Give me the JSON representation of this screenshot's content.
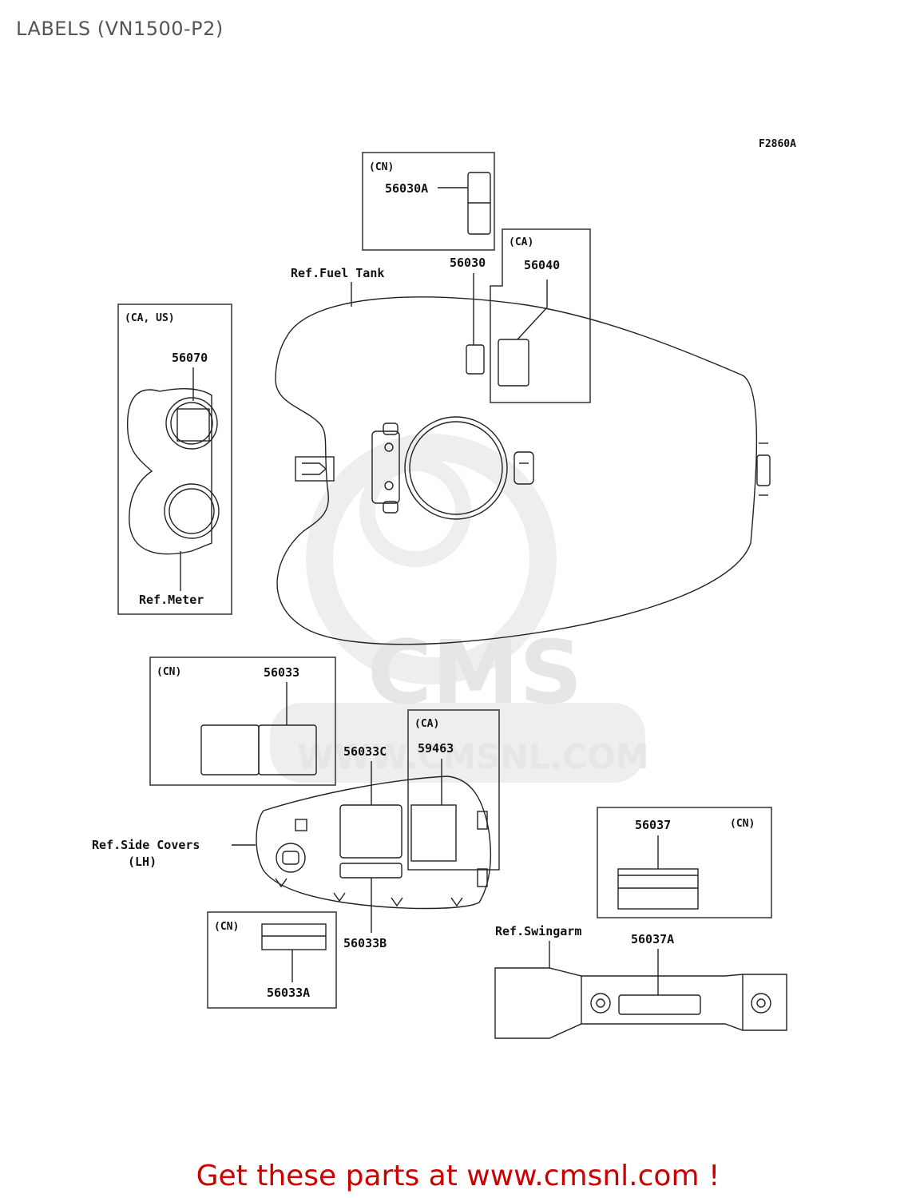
{
  "title": "LABELS (VN1500-P2)",
  "figure_code": "F2860A",
  "regions": {
    "cn": "(CN)",
    "ca": "(CA)",
    "ca_us": "(CA, US)"
  },
  "references": {
    "fuel_tank": "Ref.Fuel Tank",
    "meter": "Ref.Meter",
    "side_covers": "Ref.Side Covers",
    "side_covers_side": "(LH)",
    "swingarm": "Ref.Swingarm"
  },
  "parts": {
    "p56030A": "56030A",
    "p56030": "56030",
    "p56040": "56040",
    "p56070": "56070",
    "p56033": "56033",
    "p56033C": "56033C",
    "p59463": "59463",
    "p56037": "56037",
    "p56033B": "56033B",
    "p56033A": "56033A",
    "p56037A": "56037A"
  },
  "watermark": {
    "brand": "CMS",
    "url": "WWW.CMSNL.COM"
  },
  "footer": "Get these parts at www.cmsnl.com !"
}
